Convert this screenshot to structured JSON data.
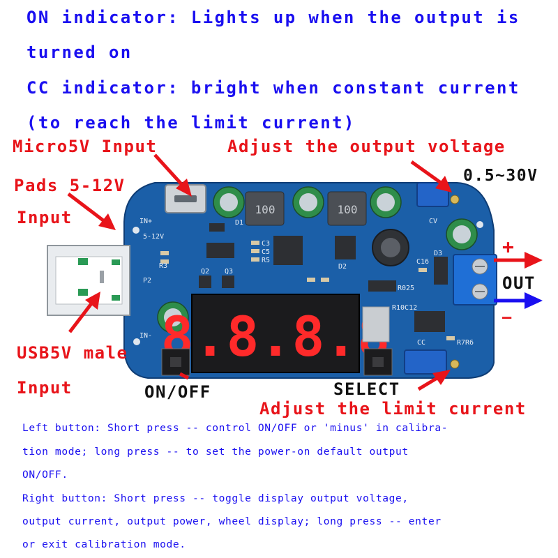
{
  "header": {
    "line1": "ON indicator: Lights up when the output is",
    "line2": "turned on",
    "line3": "CC indicator: bright when constant current",
    "line4": "(to reach the limit current)"
  },
  "labels": {
    "micro_input": "Micro5V Input",
    "adjust_voltage": "Adjust the output voltage",
    "pads": "Pads 5-12V",
    "pads_input": "Input",
    "voltage_range": "0.5~30V",
    "plus": "+",
    "out": "OUT",
    "minus": "—",
    "usb_male": "USB5V male",
    "usb_input": "Input",
    "on_off": "ON/OFF",
    "select": "SELECT",
    "adjust_current": "Adjust the limit current"
  },
  "board": {
    "silk_in_plus": "IN+",
    "silk_in_minus": "IN-",
    "silk_5_12v": "5-12V",
    "silk_cv": "CV",
    "silk_cc": "CC",
    "silk_d1": "D1",
    "silk_d2": "D2",
    "silk_d3": "D3",
    "silk_q2": "Q2",
    "silk_q3": "Q3",
    "silk_c3": "C3",
    "silk_c5": "C5",
    "silk_r5": "R5",
    "silk_r3": "R3",
    "silk_p2": "P2",
    "silk_c16": "C16",
    "silk_r025": "R025",
    "silk_r10c12": "R10C12",
    "silk_r7r6": "R7R6",
    "inductor_1": "100",
    "inductor_2": "100",
    "display_digits": "8.8.8.8"
  },
  "notes": {
    "left_1": "Left button: Short press -- control ON/OFF or 'minus' in calibra-",
    "left_2": "tion mode; long press -- to set the power-on default output",
    "left_3": "ON/OFF.",
    "right_1": "Right button: Short press -- toggle display output voltage,",
    "right_2": "output current, output power, wheel display; long press -- enter",
    "right_3": "or exit calibration mode."
  },
  "colors": {
    "header_text": "#1a0ff0",
    "label_red": "#e8141a",
    "pcb_blue": "#1b5fa8",
    "display_red": "#ff2a2a",
    "terminal_blue": "#1f6fd6"
  }
}
